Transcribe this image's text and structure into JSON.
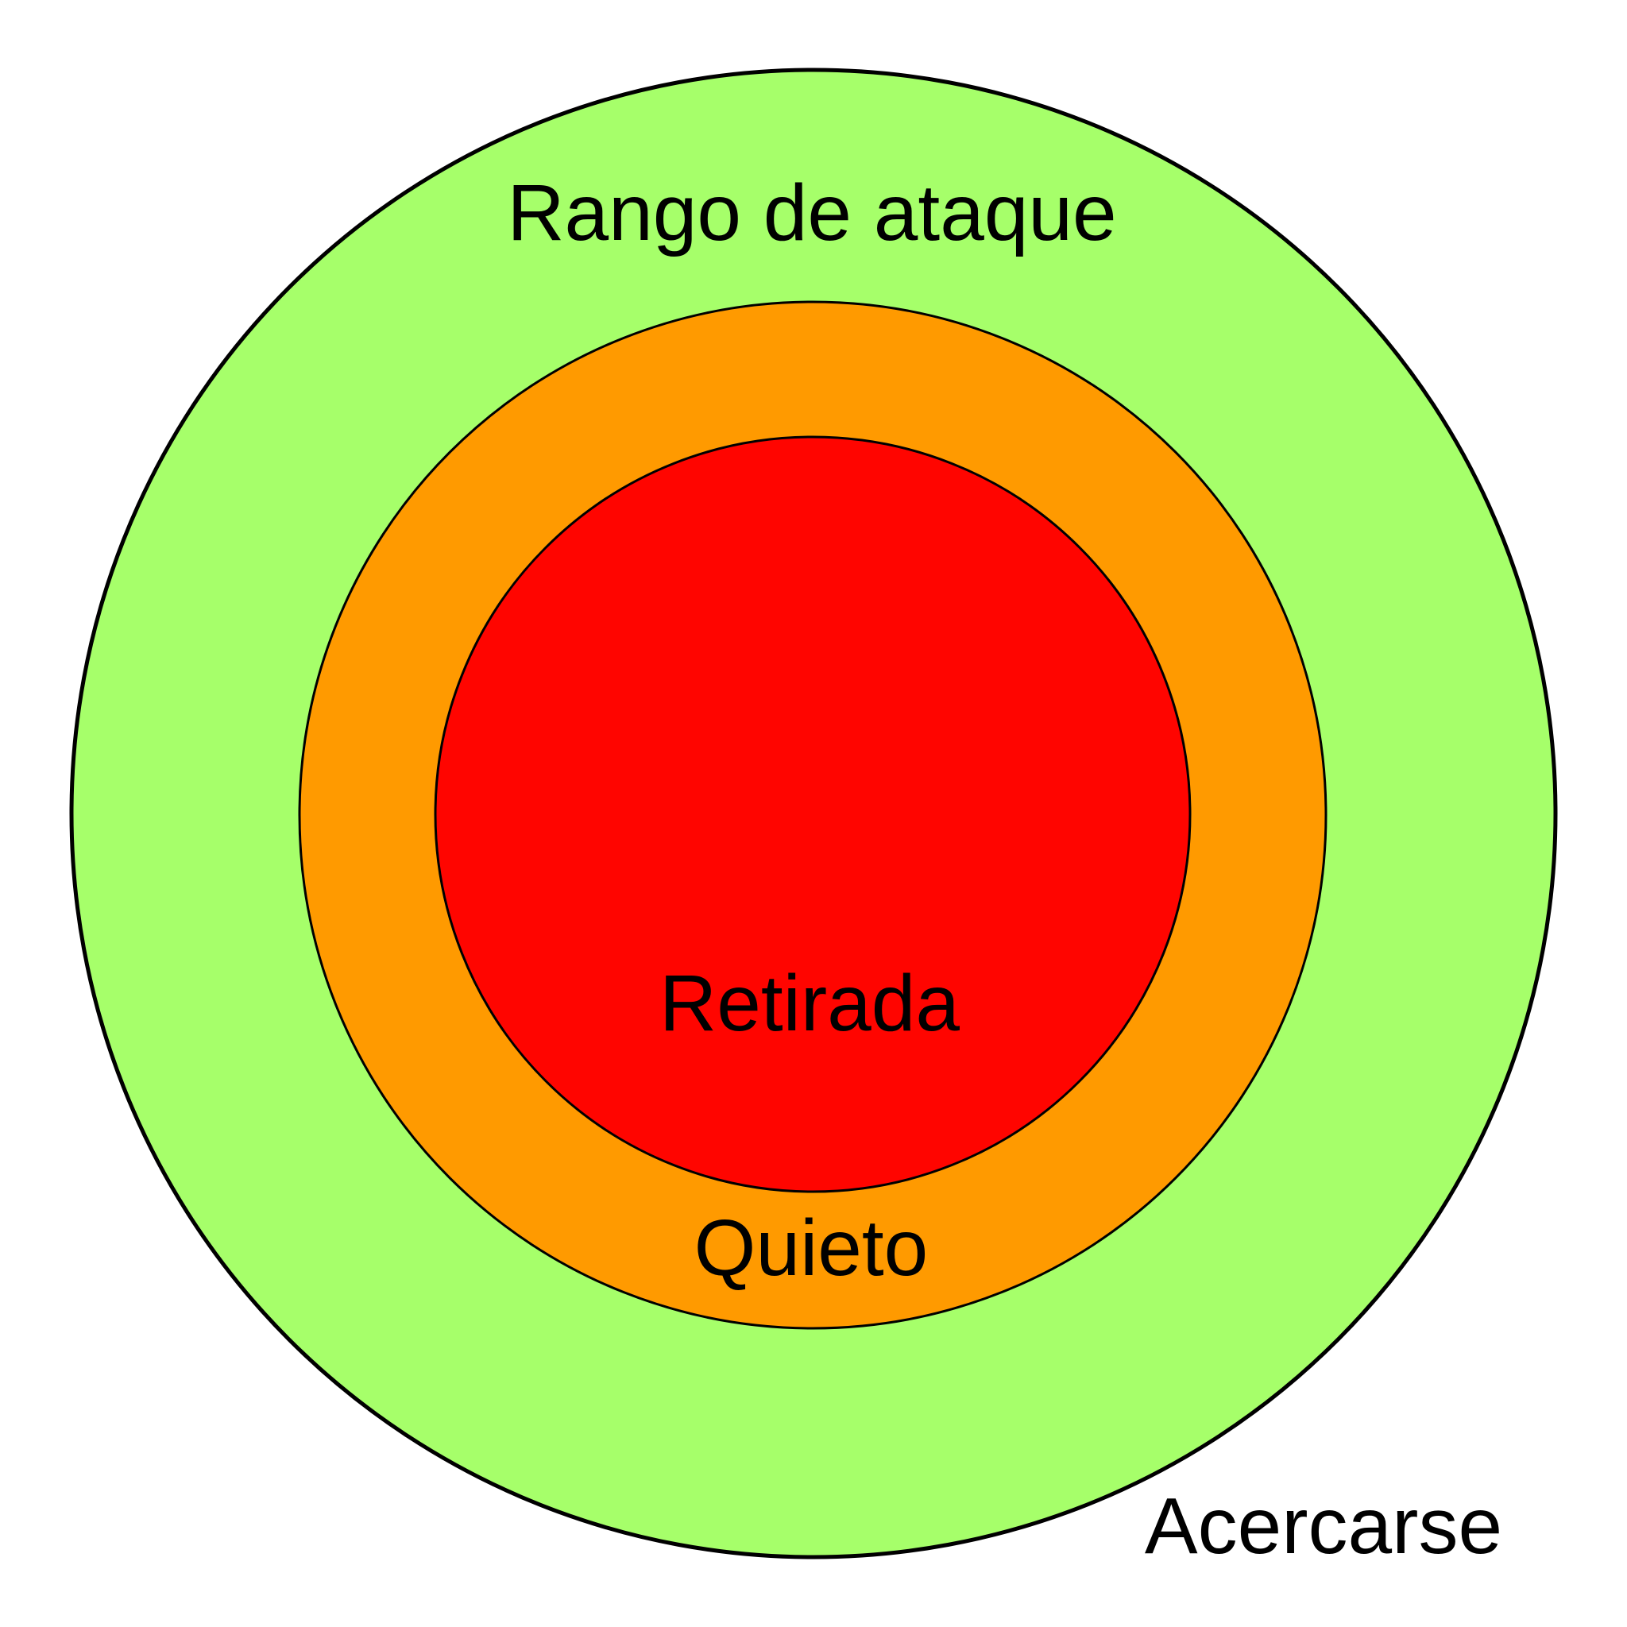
{
  "diagram": {
    "zones": [
      {
        "id": "outer",
        "label": "Rango de ataque",
        "color": "#a6ff6a"
      },
      {
        "id": "middle",
        "label": "Quieto",
        "color": "#ff9a00"
      },
      {
        "id": "inner",
        "label": "Retirada",
        "color": "#ff0500"
      }
    ],
    "outside_label": "Acercarse",
    "stroke_color": "#000000",
    "background": "#ffffff"
  }
}
